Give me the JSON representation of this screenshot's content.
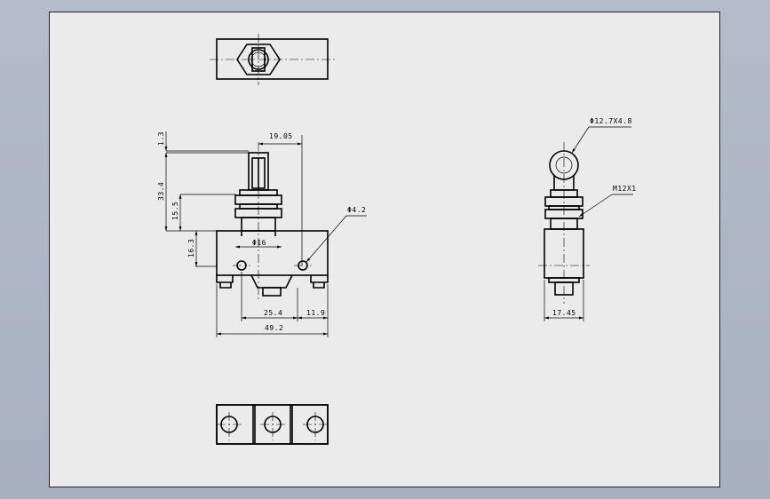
{
  "drawing": {
    "dimensions": {
      "d_1_3": "1.3",
      "d_33_4": "33.4",
      "d_15_5": "15.5",
      "d_16_3": "16.3",
      "d_19_05": "19.05",
      "d_phi4_2": "Φ4.2",
      "d_phi16": "Φ16",
      "d_25_4": "25.4",
      "d_11_9": "11.9",
      "d_49_2": "49.2",
      "d_phi12_7x4_8": "Φ12.7X4.8",
      "d_m12x1": "M12X1",
      "d_17_45": "17.45"
    },
    "colors": {
      "sheet": "#ebebeb",
      "background": "#b0b8c8",
      "line": "#000000"
    }
  }
}
